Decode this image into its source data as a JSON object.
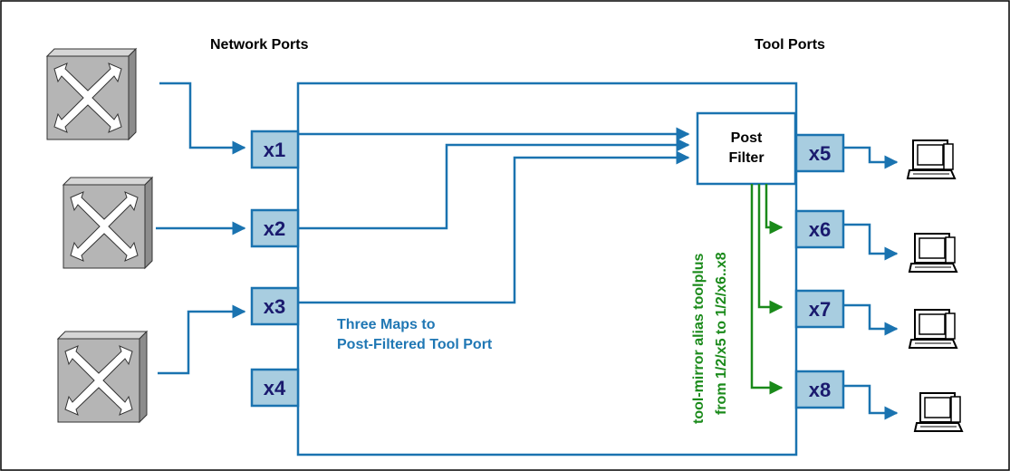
{
  "headers": {
    "network_ports": "Network Ports",
    "tool_ports": "Tool Ports"
  },
  "network_ports": [
    {
      "label": "x1"
    },
    {
      "label": "x2"
    },
    {
      "label": "x3"
    },
    {
      "label": "x4"
    }
  ],
  "tool_ports": [
    {
      "label": "x5"
    },
    {
      "label": "x6"
    },
    {
      "label": "x7"
    },
    {
      "label": "x8"
    }
  ],
  "post_filter": {
    "line1": "Post",
    "line2": "Filter"
  },
  "maps_caption": {
    "line1": "Three Maps to",
    "line2": "Post-Filtered Tool Port"
  },
  "tool_mirror": {
    "line1": "tool-mirror alias toolplus",
    "line2": "from 1/2/x5 to 1/2/x6..x8"
  },
  "colors": {
    "line": "#1a73b0",
    "port_fill": "#a8cde0",
    "port_text": "#1a1a6e",
    "caption": "#1f77b4",
    "mirror": "#1a8a1a",
    "switch_fill": "#b5b5b5"
  },
  "icons": {
    "switch": "network-switch-icon",
    "computer": "computer-terminal-icon"
  }
}
